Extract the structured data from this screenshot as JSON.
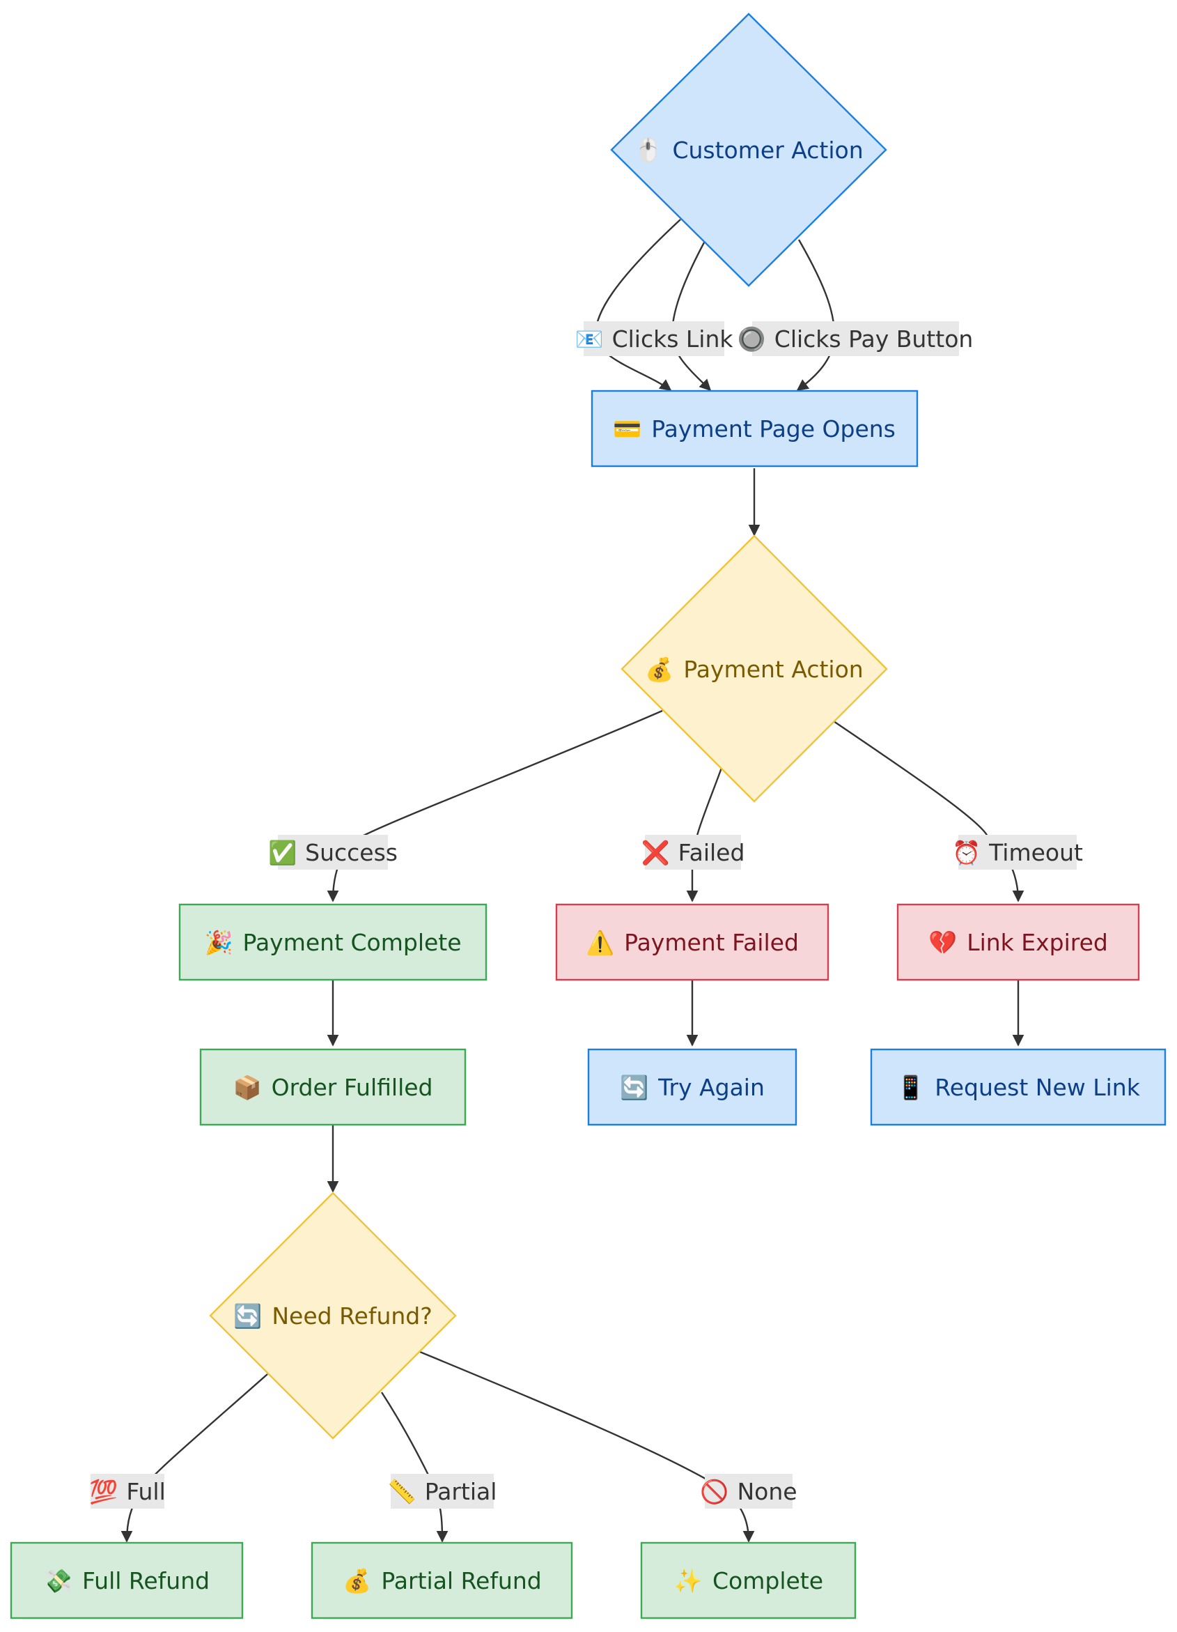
{
  "diagram": {
    "nodes": {
      "customer_action": {
        "icon": "🖱️",
        "label": "Customer Action"
      },
      "payment_page": {
        "icon": "💳",
        "label": "Payment Page Opens"
      },
      "payment_action": {
        "icon": "💰",
        "label": "Payment Action"
      },
      "payment_complete": {
        "icon": "🎉",
        "label": "Payment Complete"
      },
      "payment_failed": {
        "icon": "⚠️",
        "label": "Payment Failed"
      },
      "link_expired": {
        "icon": "💔",
        "label": "Link Expired"
      },
      "order_fulfilled": {
        "icon": "📦",
        "label": "Order Fulfilled"
      },
      "try_again": {
        "icon": "🔄",
        "label": "Try Again"
      },
      "request_new_link": {
        "icon": "📱",
        "label": "Request New Link"
      },
      "need_refund": {
        "icon": "🔄",
        "label": "Need Refund?"
      },
      "full_refund": {
        "icon": "💸",
        "label": "Full Refund"
      },
      "partial_refund": {
        "icon": "💰",
        "label": "Partial Refund"
      },
      "complete": {
        "icon": "✨",
        "label": "Complete"
      }
    },
    "edges": {
      "clicks_link": {
        "icon": "📧",
        "label": "Clicks Link"
      },
      "clicks_pay_button": {
        "icon": "🔘",
        "label": "Clicks Pay Button"
      },
      "success": {
        "icon": "✅",
        "label": "Success"
      },
      "failed": {
        "icon": "❌",
        "label": "Failed"
      },
      "timeout": {
        "icon": "⏰",
        "label": "Timeout"
      },
      "full": {
        "icon": "💯",
        "label": "Full"
      },
      "partial": {
        "icon": "📏",
        "label": "Partial"
      },
      "none": {
        "icon": "🚫",
        "label": "None"
      }
    },
    "colors": {
      "action_fill": "#cfe5fb",
      "action_stroke": "#1c7fe0",
      "decision_fill": "#fdf2cd",
      "decision_stroke": "#f0c43a",
      "success_fill": "#d5ecdb",
      "success_stroke": "#3daa53",
      "error_fill": "#f7d6da",
      "error_stroke": "#d63f4f",
      "edge_label_bg": "#e8e8e8",
      "edge_color": "#333333"
    }
  }
}
